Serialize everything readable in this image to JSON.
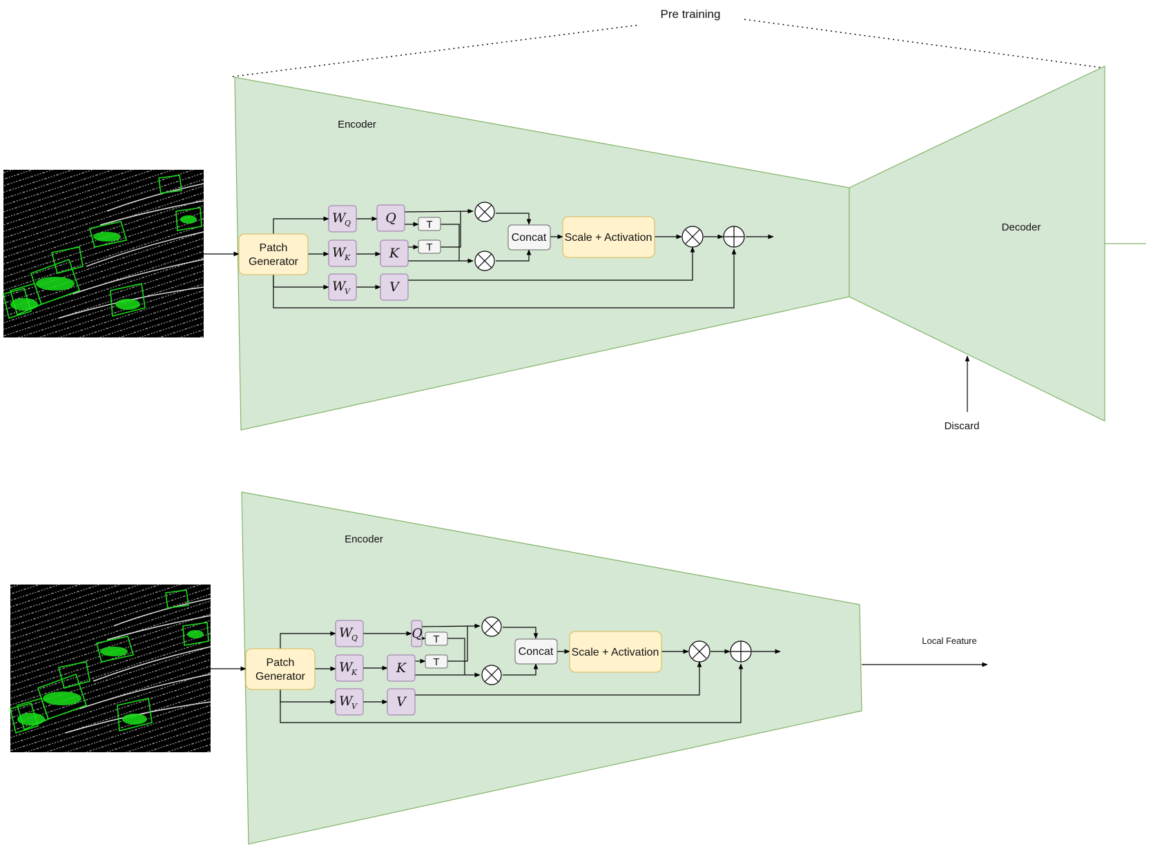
{
  "pretrain_label": "Pre training",
  "decoder_label": "Decoder",
  "discard_label": "Discard",
  "local_feature_label": "Local Feature",
  "top": {
    "encoder_label": "Encoder",
    "patch_generator": [
      "Patch",
      "Generator"
    ],
    "wq": "W",
    "wq_sub": "Q",
    "wk": "W",
    "wk_sub": "K",
    "wv": "W",
    "wv_sub": "V",
    "q": "Q",
    "k": "K",
    "v": "V",
    "t1": "T",
    "t2": "T",
    "concat": "Concat",
    "scale_activation": "Scale + Activation"
  },
  "bottom": {
    "encoder_label": "Encoder",
    "patch_generator": [
      "Patch",
      "Generator"
    ],
    "wq": "W",
    "wq_sub": "Q",
    "wk": "W",
    "wk_sub": "K",
    "wv": "W",
    "wv_sub": "V",
    "q": "Q",
    "k": "K",
    "v": "V",
    "t1": "T",
    "t2": "T",
    "concat": "Concat",
    "scale_activation": "Scale + Activation"
  },
  "colors": {
    "encoder_fill": "#d5e8d4",
    "encoder_stroke": "#82b366",
    "yellow_fill": "#fff2cc",
    "yellow_stroke": "#d6b656",
    "purple_fill": "#e1d5e7",
    "purple_stroke": "#9673a6",
    "gray_fill": "#f5f5f5",
    "gray_stroke": "#666666"
  }
}
